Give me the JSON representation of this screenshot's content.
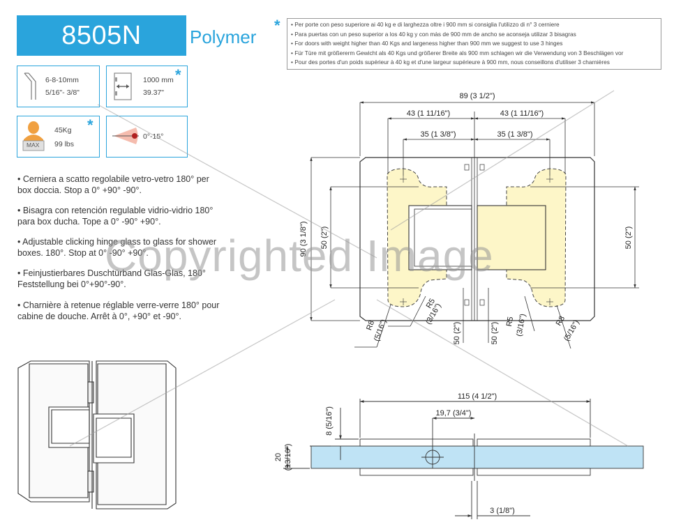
{
  "header": {
    "model": "8505N",
    "material": "Polymer"
  },
  "specs": {
    "glass_thickness_mm": "6-8-10mm",
    "glass_thickness_in": "5/16\"- 3/8\"",
    "door_width_mm": "1000 mm",
    "door_width_in": "39.37\"",
    "weight_kg": "45Kg",
    "weight_lbs": "99 lbs",
    "max_label": "MAX",
    "angle": "0°-15°",
    "star": "*"
  },
  "descriptions": [
    "• Cerniera a scatto regolabile vetro-vetro 180° per box doccia.  Stop a 0° +90° -90°.",
    "• Bisagra con retención regulable vidrio-vidrio 180° para box ducha. Tope a 0° -90° +90°.",
    "• Adjustable clicking hinge glass to glass for shower boxes. 180°. Stop at 0° -90° +90°.",
    "• Feinjustierbares Duschtürband Glas-Glas, 180° Feststellung bei 0°+90°-90°.",
    "• Charnière à retenue réglable verre-verre 180° pour cabine de douche.  Arrêt à 0°, +90° et -90°."
  ],
  "notes": [
    "• Per porte con peso superiore ai 40 kg e di larghezza oltre i 900 mm si consiglia l'utilizzo di n° 3 cerniere",
    "• Para puertas con un peso superior a los 40 kg y con màs de 900 mm de ancho se aconseja utilizar 3 bisagras",
    "• For doors with weight higher than 40 Kgs and largeness higher than 900 mm we suggest to use 3 hinges",
    "• Für Türe mit größererm Gewicht als 40 Kgs und größerer Breite  als 900 mm schlagen wir die Verwendung von 3 Beschlägen vor",
    "• Pour des portes d'un poids supérieur à 40 kg et d'une largeur supérieure à 900 mm, nous conseillons d'utiliser 3 charnières"
  ],
  "dims": {
    "total_width": "89 (3  1/2\")",
    "half_left": "43 (1  11/16\")",
    "half_right": "43 (1  11/16\")",
    "inner_left": "35 (1  3/8\")",
    "inner_right": "35 (1  3/8\")",
    "height": "90 (3  1/8\")",
    "cut_left": "50 (2\")",
    "cut_right": "50 (2\")",
    "r5_left": "R5",
    "r5_left_in": "(3/16\")",
    "r8_left": "R8",
    "r8_left_in": "(5/16\")",
    "r5_right": "R5",
    "r5_right_in": "(3/16\")",
    "r8_right": "R8",
    "r8_right_in": "(5/16\")",
    "bottom_left": "50 (2\")",
    "bottom_right": "50 (2\")",
    "side_total": "115 (4  1/2\")",
    "side_offset": "19,7 (3/4\")",
    "side_top": "8 (5/16\")",
    "side_thick": "20",
    "side_thick_in": "(13/16\")",
    "side_gap": "3 (1/8\")"
  },
  "watermark": "Copyrighted Image"
}
